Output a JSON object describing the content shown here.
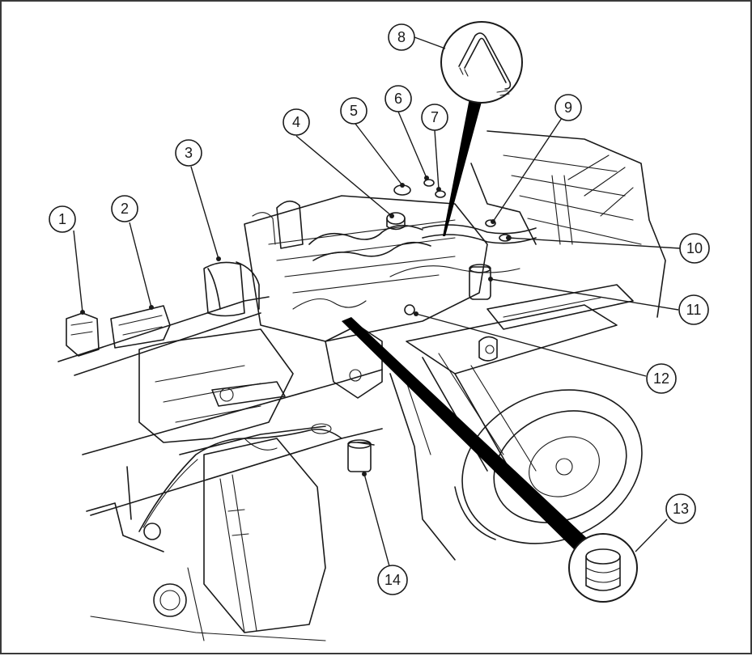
{
  "diagram": {
    "callouts": [
      {
        "id": 1,
        "label": "1"
      },
      {
        "id": 2,
        "label": "2"
      },
      {
        "id": 3,
        "label": "3"
      },
      {
        "id": 4,
        "label": "4"
      },
      {
        "id": 5,
        "label": "5"
      },
      {
        "id": 6,
        "label": "6"
      },
      {
        "id": 7,
        "label": "7"
      },
      {
        "id": 8,
        "label": "8"
      },
      {
        "id": 9,
        "label": "9"
      },
      {
        "id": 10,
        "label": "10"
      },
      {
        "id": 11,
        "label": "11"
      },
      {
        "id": 12,
        "label": "12"
      },
      {
        "id": 13,
        "label": "13"
      },
      {
        "id": 14,
        "label": "14"
      }
    ],
    "detail_views": [
      {
        "callout": "8",
        "depicts": "hose-detail"
      },
      {
        "callout": "13",
        "depicts": "oil-filter-detail"
      }
    ]
  }
}
